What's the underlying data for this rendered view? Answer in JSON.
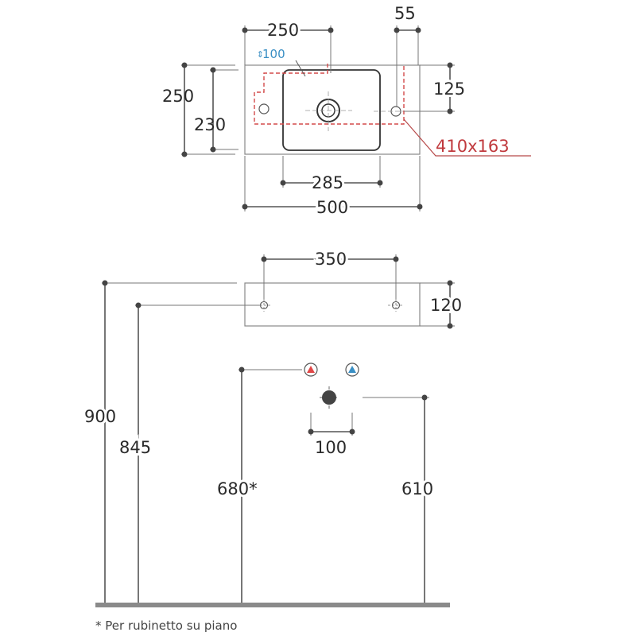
{
  "top_view": {
    "width_total": "500",
    "depth_total": "250",
    "bowl_inner_width": "285",
    "bowl_offset": "250",
    "tap_offset": "55",
    "depth_inner": "230",
    "tap_depth": "125",
    "waste_dim": "100",
    "cabinet_size": "410x163"
  },
  "front_view": {
    "fixing_spacing": "350",
    "basin_height": "120",
    "height_top": "900",
    "height_fixing": "845",
    "supply_height": "680*",
    "waste_height": "610",
    "supply_spacing": "100"
  },
  "colors": {
    "hot_water": "#e04848",
    "cold_water": "#3a8fc4",
    "floor": "#8a8a8a"
  },
  "footnote": "* Per rubinetto su piano"
}
